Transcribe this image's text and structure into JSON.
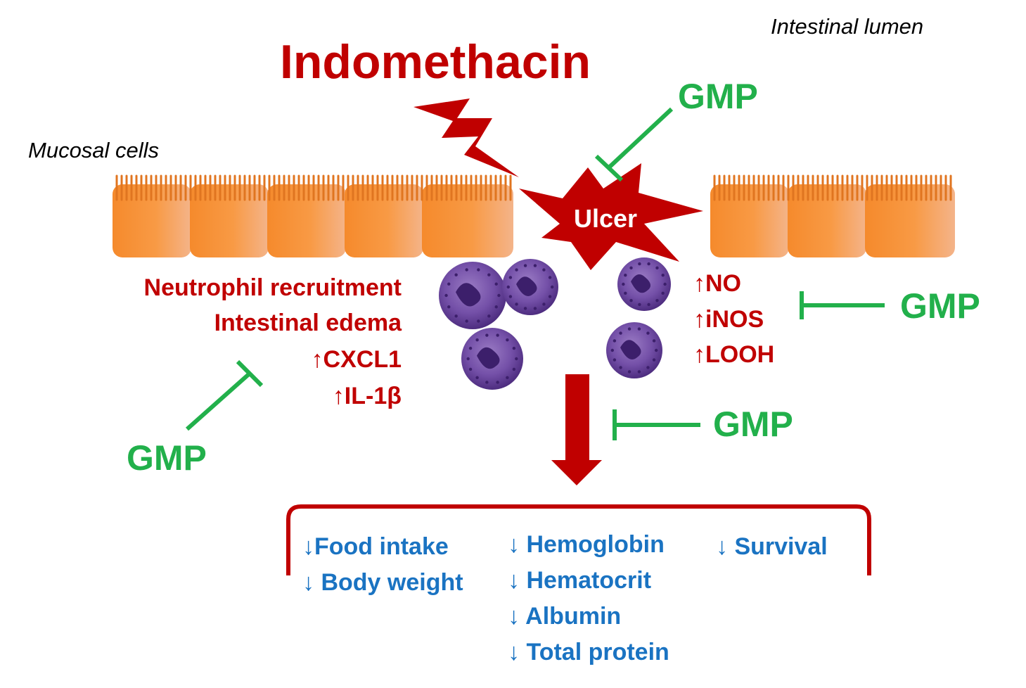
{
  "labels": {
    "drug": "Indomethacin",
    "lumen": "Intestinal lumen",
    "mucosa": "Mucosal cells",
    "ulcer": "Ulcer",
    "gmp": "GMP"
  },
  "left_effects": [
    "Neutrophil recruitment",
    "Intestinal edema",
    "↑CXCL1",
    "↑IL-1β"
  ],
  "right_markers": [
    "↑NO",
    "↑iNOS",
    "↑LOOH"
  ],
  "outcomes": {
    "col1": [
      "↓Food intake",
      "↓ Body weight"
    ],
    "col2": [
      "↓ Hemoglobin",
      "↓ Hematocrit",
      "↓ Albumin",
      "↓ Total protein"
    ],
    "col3": [
      "↓ Survival"
    ]
  },
  "colors": {
    "red": "#c00000",
    "green": "#22b04b",
    "blue": "#1a73c2",
    "cell_orange": "#f7943a",
    "neutrophil": "#6a3f9a"
  }
}
